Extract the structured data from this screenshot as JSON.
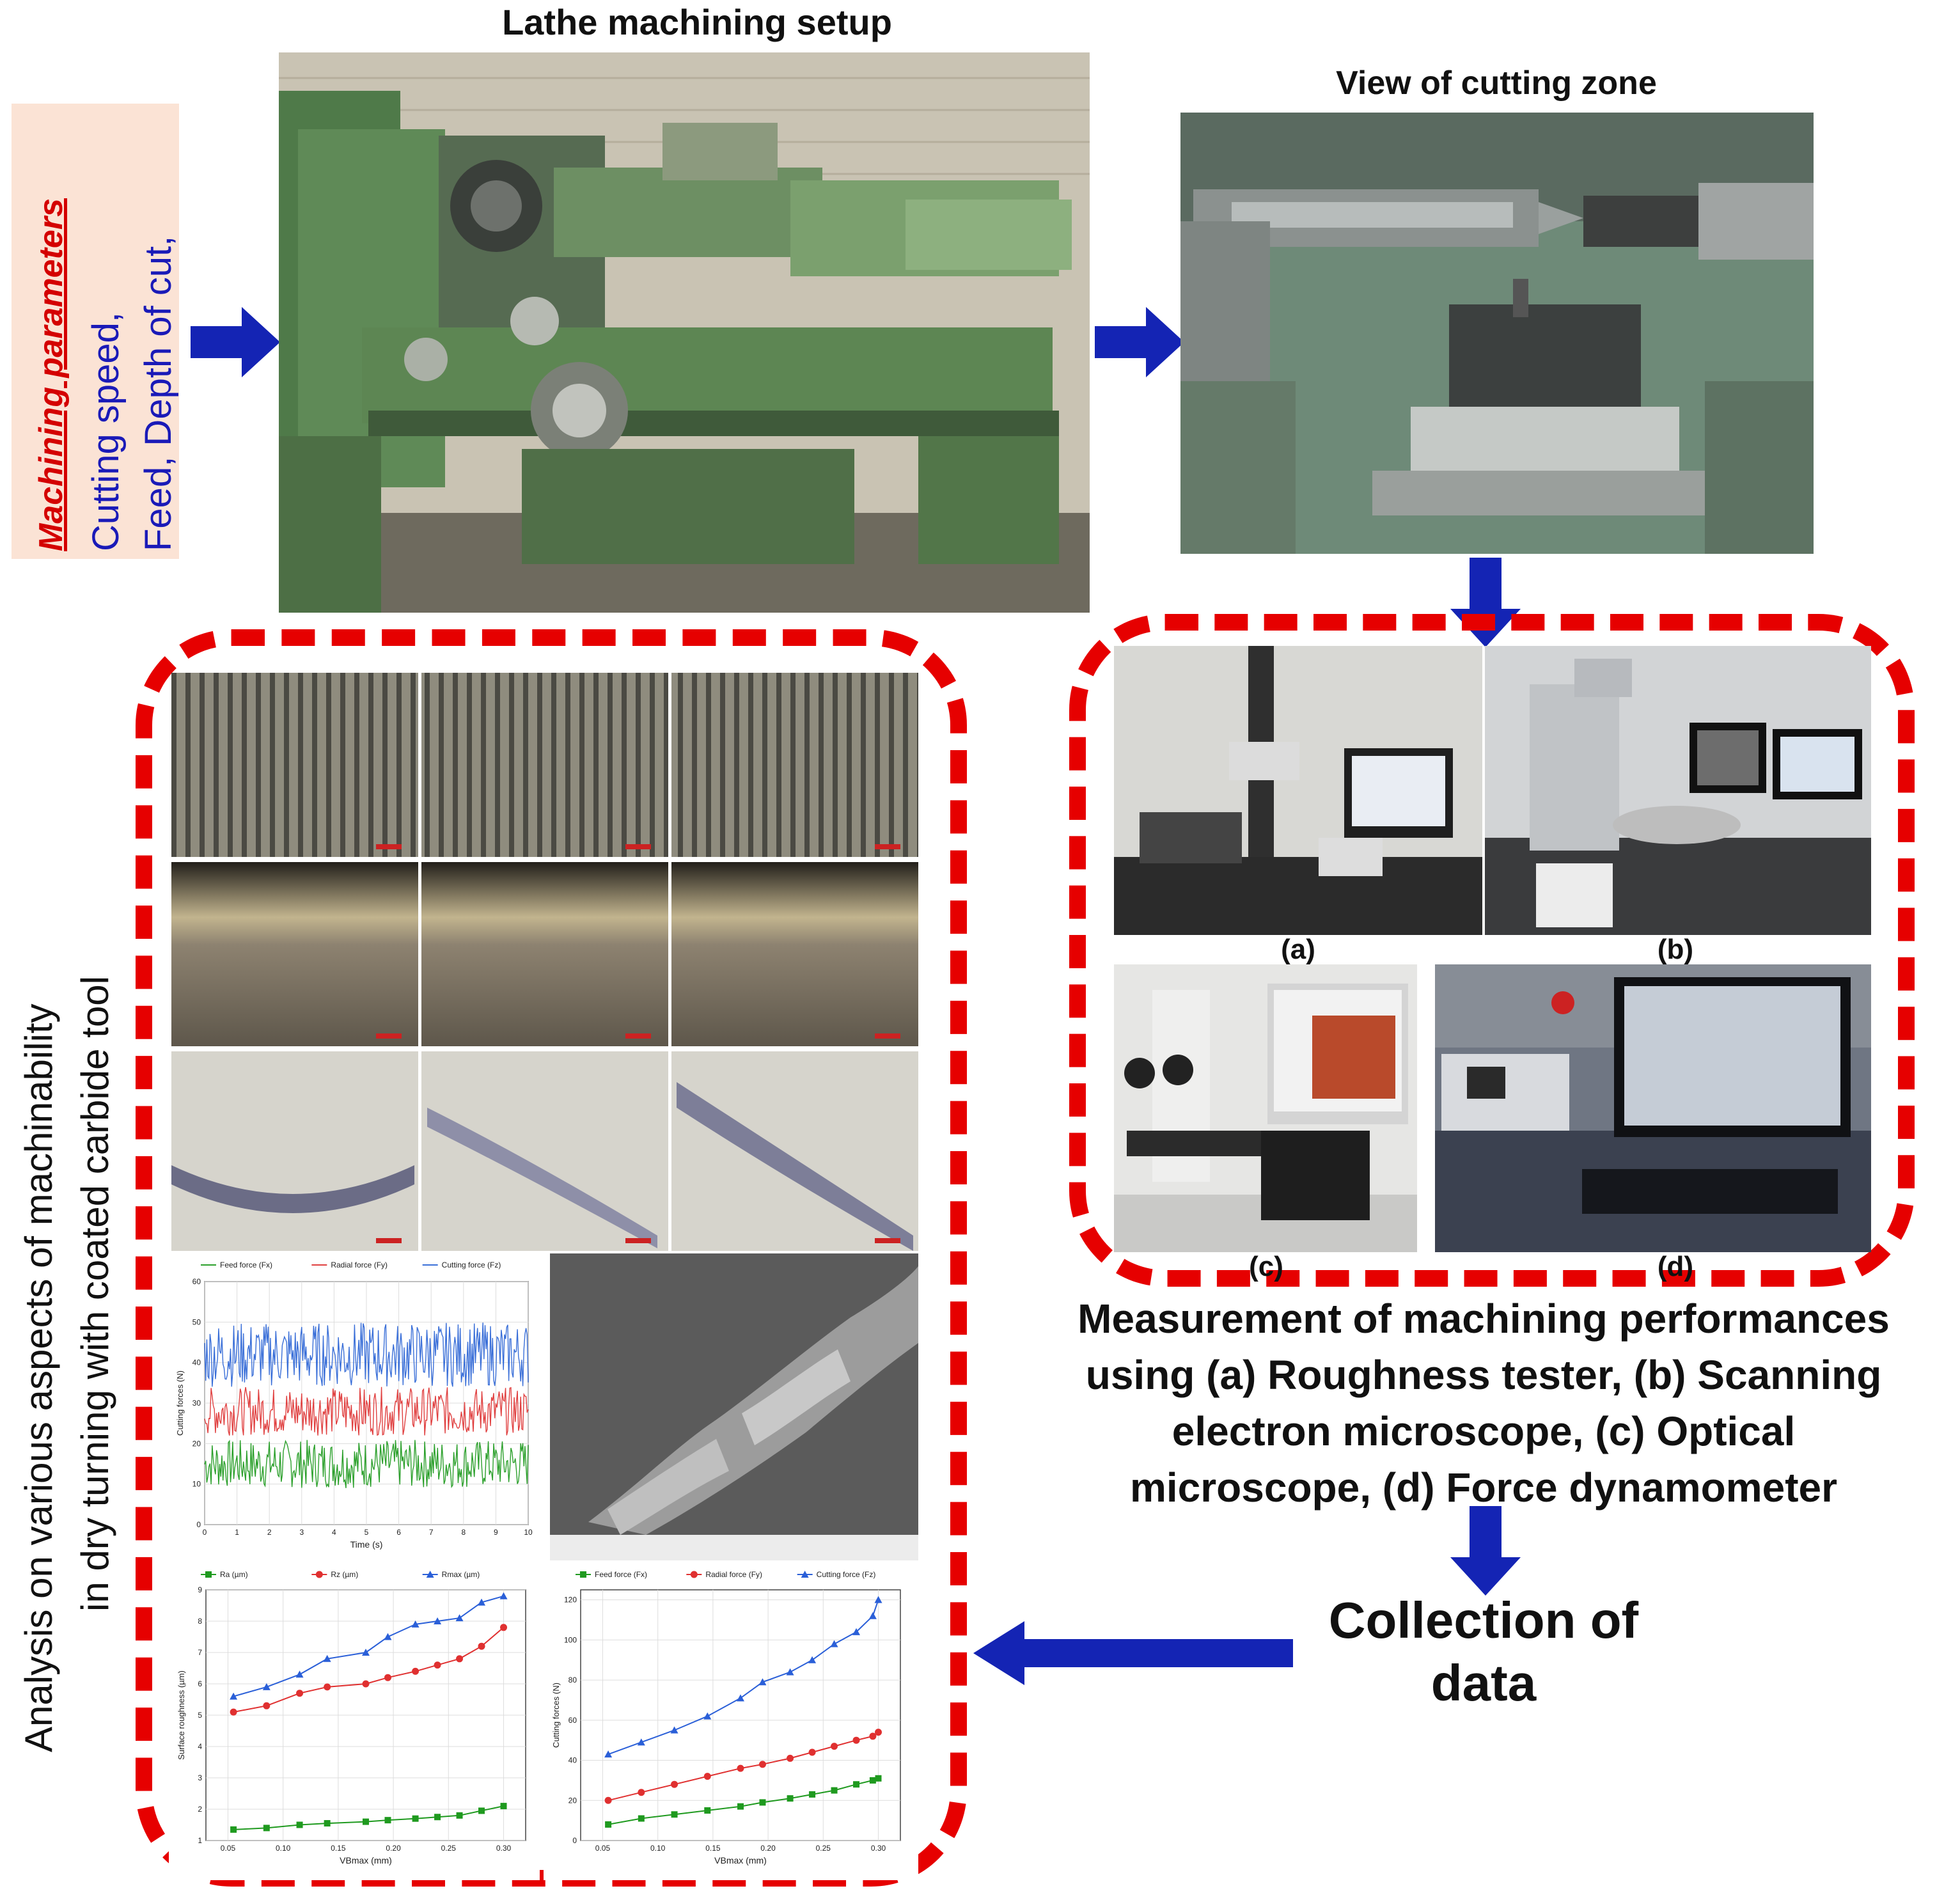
{
  "titles": {
    "lathe": "Lathe machining setup",
    "cutting_zone": "View of  cutting zone"
  },
  "params": {
    "heading": "Machining parameters",
    "line1": "Cutting speed,",
    "line2": "Feed, Depth of cut,"
  },
  "instrument_labels": [
    "(a)",
    "(b)",
    "(c)",
    "(d)"
  ],
  "measurement_text": [
    "Measurement  of machining performances",
    "using (a) Roughness tester, (b) Scanning",
    "electron microscope, (c) Optical",
    "microscope, (d) Force dynamometer"
  ],
  "collection_text": [
    "Collection of",
    "data"
  ],
  "analysis_text": [
    "Analysis on various aspects  of machinability",
    "in dry turning with coated  carbide tool"
  ],
  "colors": {
    "arrow": "#1424b4",
    "dash": "#e60000",
    "params_bg": "#fbe3d5",
    "params_heading": "#d40000",
    "params_text": "#1a1ab8"
  },
  "chart_data": [
    {
      "type": "line",
      "xlabel": "Time (s)",
      "ylabel": "Cutting forces (N)",
      "xlim": [
        0,
        10
      ],
      "ylim": [
        0,
        60
      ],
      "x_ticks": [
        "0",
        "1",
        "2",
        "3",
        "4",
        "5",
        "6",
        "7",
        "8",
        "9",
        "10"
      ],
      "y_ticks": [
        "0",
        "10",
        "20",
        "30",
        "40",
        "50",
        "60"
      ],
      "legend": [
        "Feed force (Fx)",
        "Radial force (Fy)",
        "Cutting force (Fz)"
      ],
      "series": [
        {
          "name": "Feed force (Fx)",
          "mean": 15,
          "amplitude": 6,
          "color": "#2ca02c"
        },
        {
          "name": "Radial force (Fy)",
          "mean": 28,
          "amplitude": 6,
          "color": "#e04040"
        },
        {
          "name": "Cutting force (Fz)",
          "mean": 42,
          "amplitude": 8,
          "color": "#3a6fd8"
        }
      ]
    },
    {
      "type": "line",
      "xlabel": "VBmax (mm)",
      "ylabel": "Surface roughness (µm)",
      "xlim": [
        0.03,
        0.32
      ],
      "ylim": [
        1,
        9
      ],
      "x_ticks": [
        "0.05",
        "0.10",
        "0.15",
        "0.20",
        "0.25",
        "0.30"
      ],
      "y_ticks": [
        "1",
        "2",
        "3",
        "4",
        "5",
        "6",
        "7",
        "8",
        "9"
      ],
      "x": [
        0.055,
        0.085,
        0.115,
        0.14,
        0.175,
        0.195,
        0.22,
        0.24,
        0.26,
        0.28,
        0.3
      ],
      "series": [
        {
          "name": "Ra (µm)",
          "values": [
            1.35,
            1.4,
            1.5,
            1.55,
            1.6,
            1.65,
            1.7,
            1.75,
            1.8,
            1.95,
            2.1
          ],
          "color": "#1f9a1f"
        },
        {
          "name": "Rz (µm)",
          "values": [
            5.1,
            5.3,
            5.7,
            5.9,
            6.0,
            6.2,
            6.4,
            6.6,
            6.8,
            7.2,
            7.8
          ],
          "color": "#e03030"
        },
        {
          "name": "Rmax (µm)",
          "values": [
            5.6,
            5.9,
            6.3,
            6.8,
            7.0,
            7.5,
            7.9,
            8.0,
            8.1,
            8.6,
            8.8
          ],
          "color": "#2a5fd8"
        }
      ]
    },
    {
      "type": "line",
      "xlabel": "VBmax (mm)",
      "ylabel": "Cutting forces (N)",
      "xlim": [
        0.03,
        0.32
      ],
      "ylim": [
        0,
        125
      ],
      "x_ticks": [
        "0.05",
        "0.10",
        "0.15",
        "0.20",
        "0.25",
        "0.30"
      ],
      "y_ticks": [
        "0",
        "20",
        "40",
        "60",
        "80",
        "100",
        "120"
      ],
      "x": [
        0.055,
        0.085,
        0.115,
        0.145,
        0.175,
        0.195,
        0.22,
        0.24,
        0.26,
        0.28,
        0.295,
        0.3
      ],
      "series": [
        {
          "name": "Feed force (Fx)",
          "values": [
            8,
            11,
            13,
            15,
            17,
            19,
            21,
            23,
            25,
            28,
            30,
            31
          ],
          "color": "#1f9a1f"
        },
        {
          "name": "Radial force (Fy)",
          "values": [
            20,
            24,
            28,
            32,
            36,
            38,
            41,
            44,
            47,
            50,
            52,
            54
          ],
          "color": "#e03030"
        },
        {
          "name": "Cutting force (Fz)",
          "values": [
            43,
            49,
            55,
            62,
            71,
            79,
            84,
            90,
            98,
            104,
            112,
            120
          ],
          "color": "#2a5fd8"
        }
      ]
    }
  ]
}
